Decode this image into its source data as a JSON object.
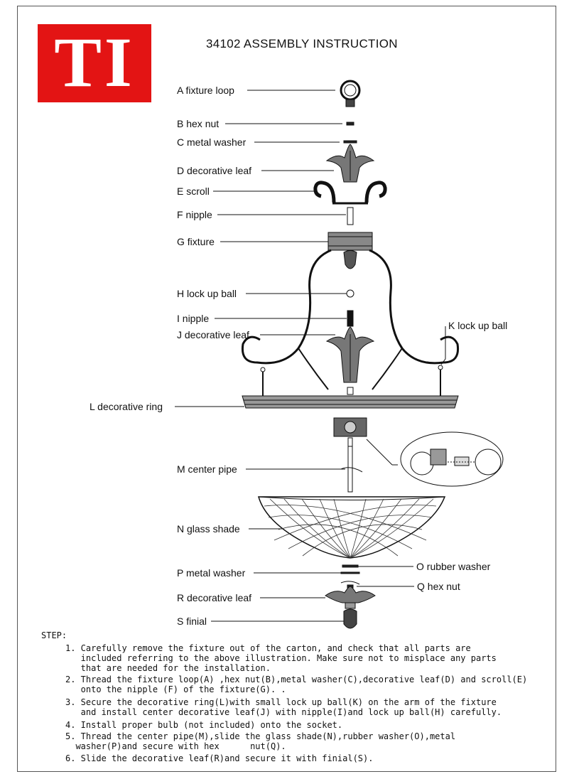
{
  "logo": {
    "text": "TI",
    "color": "#e31414"
  },
  "title": "34102  ASSEMBLY INSTRUCTION",
  "parts": {
    "a": "A fixture loop",
    "b": "B hex nut",
    "c": "C metal washer",
    "d": "D decorative leaf",
    "e": "E scroll",
    "f": "F nipple",
    "g": "G fixture",
    "h": "H lock up ball",
    "i": "I nipple",
    "j": "J decorative leaf",
    "k": "K lock up ball",
    "l": "L decorative ring",
    "m": "M center pipe",
    "n": "N glass shade",
    "o": "O rubber washer",
    "p": "P metal washer",
    "q": "Q hex nut",
    "r": "R decorative leaf",
    "s": "S finial"
  },
  "steps_heading": "STEP:",
  "steps": [
    [
      "1. Carefully remove the fixture out of the carton, and check that all parts are",
      "   included referring to the above illustration. Make sure not to misplace any parts",
      "   that are needed for the installation."
    ],
    [
      "2. Thread the fixture loop(A) ,hex nut(B),metal washer(C),decorative leaf(D) and scroll(E)",
      "   onto the nipple (F) of the fixture(G). ."
    ],
    [
      "3. Secure the decorative ring(L)with small lock up ball(K) on the arm of the fixture",
      "   and install center decorative leaf(J) with nipple(I)and lock up ball(H) carefully."
    ],
    [
      "4. Install proper bulb (not included) onto the socket."
    ],
    [
      "5. Thread the center pipe(M),slide the glass shade(N),rubber washer(O),metal",
      "  washer(P)and secure with hex      nut(Q)."
    ],
    [
      "6. Slide the decorative leaf(R)and secure it with finial(S)."
    ]
  ]
}
